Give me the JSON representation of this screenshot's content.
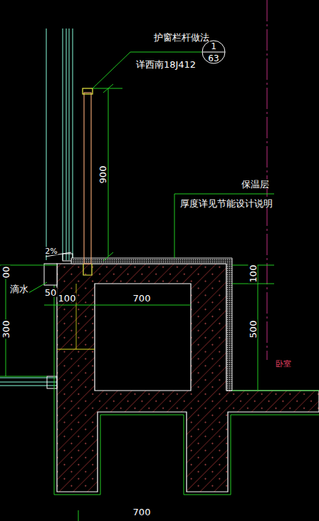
{
  "diagram": {
    "nodes": [
      {
        "text": [
          "1",
          "63"
        ]
      }
    ],
    "labels": [
      "护窗栏杆做法",
      "详西南18J412",
      "900",
      "保温层",
      "厚度详见节能设计说明",
      "2%",
      "00",
      "滴水",
      "50",
      "100",
      "700",
      "100",
      "300",
      "500",
      "卧室",
      "700"
    ]
  }
}
